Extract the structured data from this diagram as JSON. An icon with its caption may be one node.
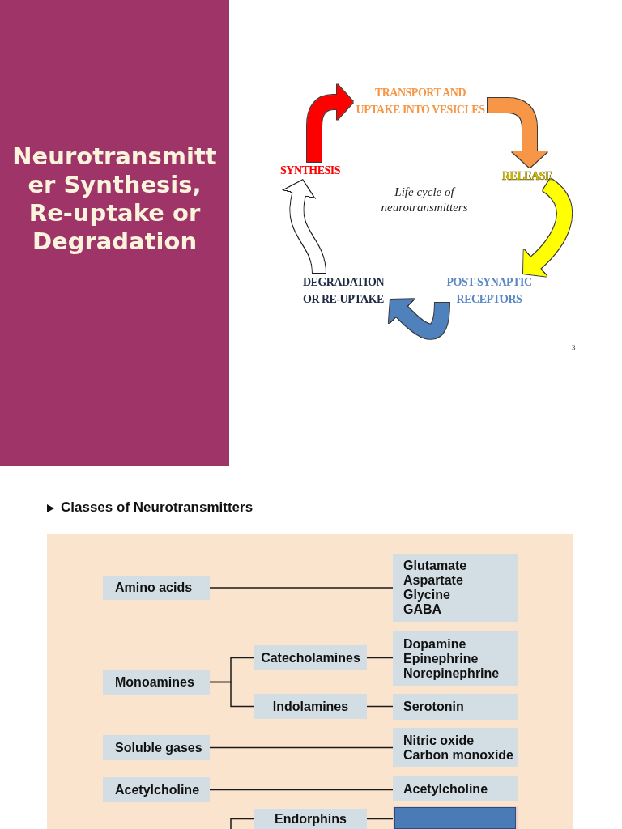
{
  "diagram": {
    "title": "Neurotransmitter Synthesis, Re-uptake or Degradation",
    "nodes": [
      {
        "text": [
          "TRANSPORT AND UPTAKE INTO VESICLES"
        ]
      },
      {
        "text": [
          "SYNTHESIS"
        ]
      },
      {
        "text": [
          "RELEASE"
        ]
      },
      {
        "text": [
          "DEGRADATION OR RE-UPTAKE"
        ]
      },
      {
        "text": [
          "POST-SYNAPTIC RECEPTORS"
        ]
      },
      {
        "text": [
          "Classes of Neurotransmitters"
        ]
      },
      {
        "text": [
          "Amino acids"
        ],
        "in": 5
      },
      {
        "text": [
          "Glutamate",
          "Aspartate",
          "Glycine",
          "GABA"
        ],
        "in": 5
      },
      {
        "text": [
          "Monoamines"
        ],
        "in": 5
      },
      {
        "text": [
          "Catecholamines"
        ],
        "in": 5
      },
      {
        "text": [
          "Dopamine",
          "Epinephrine",
          "Norepinephrine"
        ],
        "in": 5
      },
      {
        "text": [
          "Indolamines"
        ],
        "in": 5
      },
      {
        "text": [
          "Serotonin"
        ],
        "in": 5
      },
      {
        "text": [
          "Soluble gases"
        ],
        "in": 5
      },
      {
        "text": [
          "Nitric oxide",
          "Carbon monoxide"
        ],
        "in": 5
      },
      {
        "text": [
          "Acetylcholine"
        ],
        "in": 5
      },
      {
        "text": [
          "Acetylcholine"
        ],
        "in": 5
      },
      {
        "text": [
          "Endorphins"
        ],
        "in": 5
      },
      {
        "text": [],
        "shape": "box",
        "in": 5
      }
    ],
    "edges": [
      {
        "from": 1,
        "to": 0,
        "arrow": "to",
        "style": "thick",
        "color": "#ff0000"
      },
      {
        "from": 0,
        "to": 2,
        "arrow": "to",
        "style": "thick",
        "color": "#f79646"
      },
      {
        "from": 2,
        "to": 4,
        "arrow": "to",
        "style": "thick",
        "color": "#ffff00"
      },
      {
        "from": 4,
        "to": 3,
        "arrow": "to",
        "style": "thick",
        "color": "#4f81bd"
      },
      {
        "from": 3,
        "to": 1,
        "arrow": "to",
        "style": "thick"
      },
      {
        "from": 6,
        "to": 7,
        "arrow": "none"
      },
      {
        "from": 8,
        "to": 9,
        "arrow": "none"
      },
      {
        "from": 8,
        "to": 11,
        "arrow": "none"
      },
      {
        "from": 9,
        "to": 10,
        "arrow": "none"
      },
      {
        "from": 11,
        "to": 12,
        "arrow": "none"
      },
      {
        "from": 13,
        "to": 14,
        "arrow": "none"
      },
      {
        "from": 15,
        "to": 16,
        "arrow": "none"
      },
      {
        "from": null,
        "to": 17,
        "arrow": "none"
      },
      {
        "from": 17,
        "to": 18,
        "arrow": "none"
      }
    ],
    "labels": [
      "Life cycle of neurotransmitters",
      "3"
    ]
  }
}
